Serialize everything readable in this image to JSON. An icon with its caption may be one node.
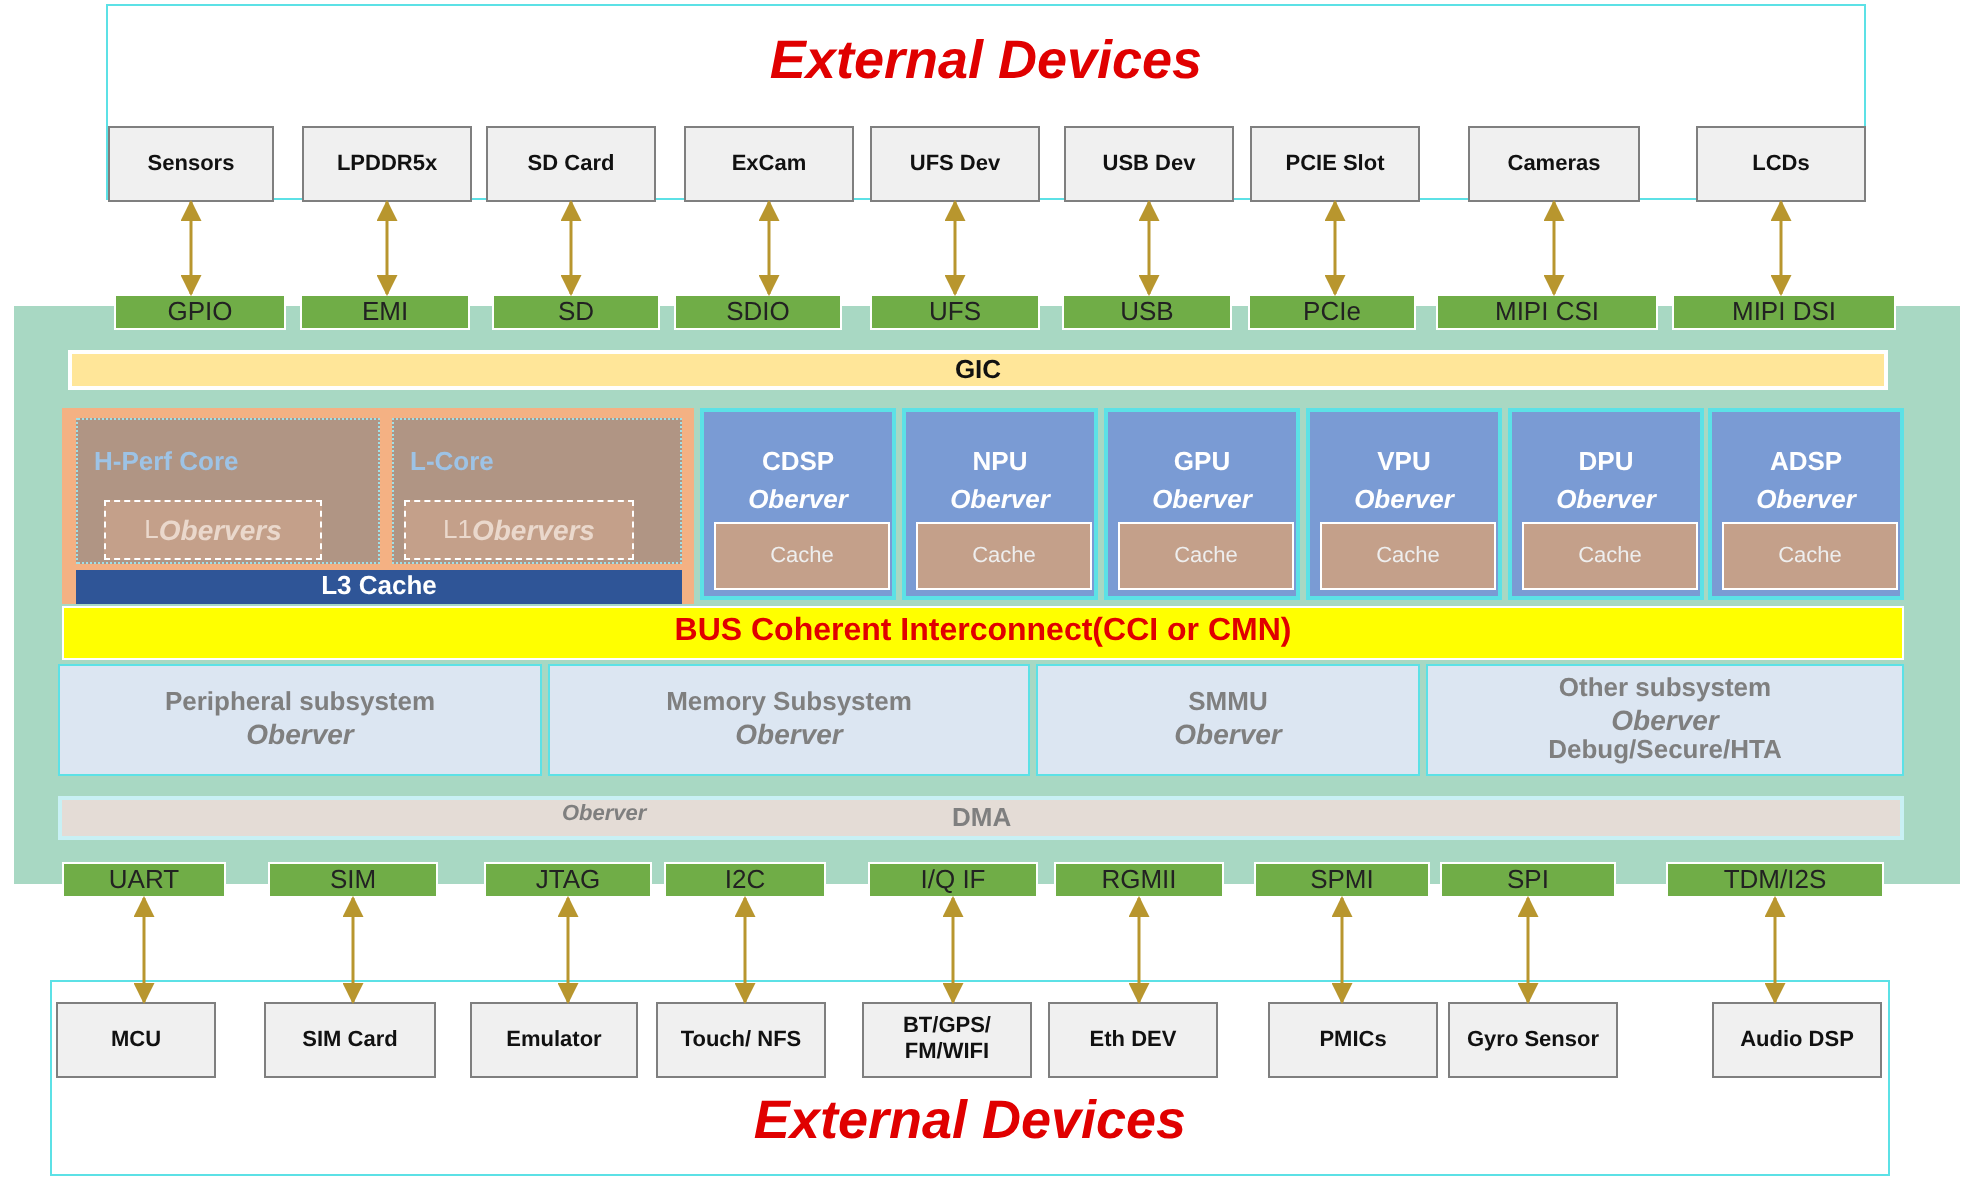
{
  "diagram": {
    "nodes": [
      {
        "text": [
          "External Devices"
        ]
      },
      {
        "text": [
          "Sensors"
        ],
        "in": 0
      },
      {
        "text": [
          "LPDDR5x"
        ],
        "in": 0
      },
      {
        "text": [
          "SD Card"
        ],
        "in": 0
      },
      {
        "text": [
          "ExCam"
        ],
        "in": 0
      },
      {
        "text": [
          "UFS Dev"
        ],
        "in": 0
      },
      {
        "text": [
          "USB Dev"
        ],
        "in": 0
      },
      {
        "text": [
          "PCIE Slot"
        ],
        "in": 0
      },
      {
        "text": [
          "Cameras"
        ],
        "in": 0
      },
      {
        "text": [
          "LCDs"
        ],
        "in": 0
      },
      {
        "text": [
          "GPIO"
        ]
      },
      {
        "text": [
          "EMI"
        ]
      },
      {
        "text": [
          "SD"
        ]
      },
      {
        "text": [
          "SDIO"
        ]
      },
      {
        "text": [
          "UFS"
        ]
      },
      {
        "text": [
          "USB"
        ]
      },
      {
        "text": [
          "PCIe"
        ]
      },
      {
        "text": [
          "MIPI CSI"
        ]
      },
      {
        "text": [
          "MIPI DSI"
        ]
      },
      {
        "text": [],
        "shape": "box"
      },
      {
        "text": [
          "GIC"
        ],
        "in": 19
      },
      {
        "text": [],
        "shape": "box",
        "in": 19
      },
      {
        "text": [
          "H-Perf Core"
        ],
        "in": 21
      },
      {
        "text": [
          "L",
          "Obervers"
        ],
        "in": 22
      },
      {
        "text": [
          "L-Core"
        ],
        "in": 21
      },
      {
        "text": [
          "L1",
          "Obervers"
        ],
        "in": 24
      },
      {
        "text": [
          "L3 Cache"
        ],
        "in": 21
      },
      {
        "text": [
          "CDSP",
          "Oberver"
        ],
        "in": 19
      },
      {
        "text": [
          "Cache"
        ],
        "in": 27
      },
      {
        "text": [
          "NPU",
          "Oberver"
        ],
        "in": 19
      },
      {
        "text": [
          "Cache"
        ],
        "in": 29
      },
      {
        "text": [
          "GPU",
          "Oberver"
        ],
        "in": 19
      },
      {
        "text": [
          "Cache"
        ],
        "in": 31
      },
      {
        "text": [
          "VPU",
          "Oberver"
        ],
        "in": 19
      },
      {
        "text": [
          "Cache"
        ],
        "in": 33
      },
      {
        "text": [
          "DPU",
          "Oberver"
        ],
        "in": 19
      },
      {
        "text": [
          "Cache"
        ],
        "in": 35
      },
      {
        "text": [
          "ADSP",
          "Oberver"
        ],
        "in": 19
      },
      {
        "text": [
          "Cache"
        ],
        "in": 37
      },
      {
        "text": [
          "BUS Coherent Interconnect(CCI or CMN)"
        ],
        "in": 19
      },
      {
        "text": [
          "Peripheral subsystem",
          "Oberver"
        ],
        "in": 19
      },
      {
        "text": [
          "Memory Subsystem",
          "Oberver"
        ],
        "in": 19
      },
      {
        "text": [
          "SMMU",
          "Oberver"
        ],
        "in": 19
      },
      {
        "text": [
          "Other subsystem",
          "Oberver",
          "Debug/Secure/HTA"
        ],
        "in": 19
      },
      {
        "text": [
          "Oberver",
          "DMA"
        ],
        "in": 19
      },
      {
        "text": [
          "UART"
        ]
      },
      {
        "text": [
          "SIM"
        ]
      },
      {
        "text": [
          "JTAG"
        ]
      },
      {
        "text": [
          "I2C"
        ]
      },
      {
        "text": [
          "I/Q IF"
        ]
      },
      {
        "text": [
          "RGMII"
        ]
      },
      {
        "text": [
          "SPMI"
        ]
      },
      {
        "text": [
          "SPI"
        ]
      },
      {
        "text": [
          "TDM/I2S"
        ]
      },
      {
        "text": [
          "External Devices"
        ]
      },
      {
        "text": [
          "MCU"
        ],
        "in": 54
      },
      {
        "text": [
          "SIM Card"
        ],
        "in": 54
      },
      {
        "text": [
          "Emulator"
        ],
        "in": 54
      },
      {
        "text": [
          "Touch/ NFS"
        ],
        "in": 54
      },
      {
        "text": [
          "BT/GPS/ FM/WIFI"
        ],
        "in": 54
      },
      {
        "text": [
          "Eth DEV"
        ],
        "in": 54
      },
      {
        "text": [
          "PMICs"
        ],
        "in": 54
      },
      {
        "text": [
          "Gyro Sensor"
        ],
        "in": 54
      },
      {
        "text": [
          "Audio DSP"
        ],
        "in": 54
      }
    ],
    "edges": [
      {
        "from": 1,
        "to": 10,
        "arrow": "both"
      },
      {
        "from": 2,
        "to": 11,
        "arrow": "both"
      },
      {
        "from": 3,
        "to": 12,
        "arrow": "both"
      },
      {
        "from": 4,
        "to": 13,
        "arrow": "both"
      },
      {
        "from": 5,
        "to": 14,
        "arrow": "both"
      },
      {
        "from": 6,
        "to": 15,
        "arrow": "both"
      },
      {
        "from": 7,
        "to": 16,
        "arrow": "both"
      },
      {
        "from": 8,
        "to": 17,
        "arrow": "both"
      },
      {
        "from": 9,
        "to": 18,
        "arrow": "both"
      },
      {
        "from": 45,
        "to": 55,
        "arrow": "both"
      },
      {
        "from": 46,
        "to": 56,
        "arrow": "both"
      },
      {
        "from": 47,
        "to": 57,
        "arrow": "both"
      },
      {
        "from": 48,
        "to": 58,
        "arrow": "both"
      },
      {
        "from": 49,
        "to": 59,
        "arrow": "both"
      },
      {
        "from": 50,
        "to": 60,
        "arrow": "both"
      },
      {
        "from": 51,
        "to": 61,
        "arrow": "both"
      },
      {
        "from": 52,
        "to": 62,
        "arrow": "both"
      },
      {
        "from": 53,
        "to": 63,
        "arrow": "both"
      }
    ]
  }
}
